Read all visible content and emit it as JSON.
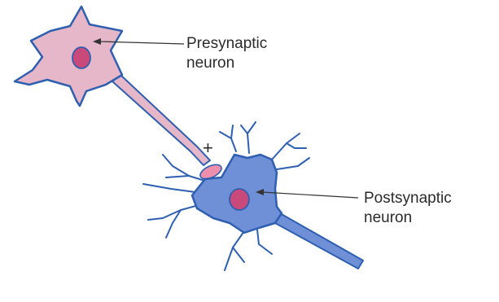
{
  "labels": {
    "presynaptic": {
      "line1": "Presynaptic",
      "line2": "neuron"
    },
    "postsynaptic": {
      "line1": "Postsynaptic",
      "line2": "neuron"
    },
    "synapse_sign": "+"
  },
  "colors": {
    "presynaptic_body": "#e6b7c8",
    "postsynaptic_body": "#6f8fd6",
    "outline": "#2e5fb0",
    "nucleus": "#c94a7a",
    "terminal": "#ef8fae",
    "text": "#2b2b2b"
  }
}
